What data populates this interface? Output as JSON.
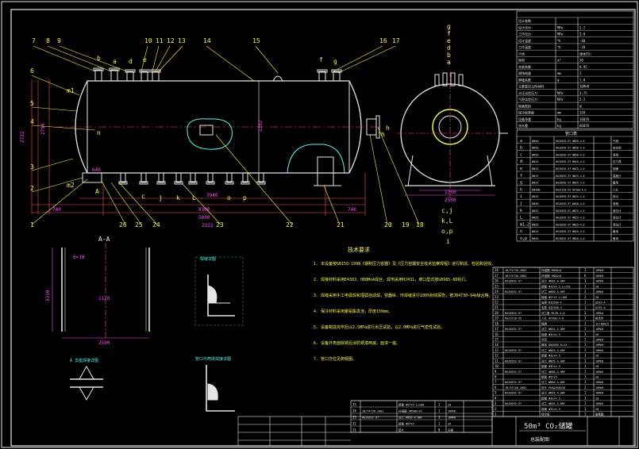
{
  "drawing": {
    "title_block_name": "50m³ CO₂储罐",
    "title_block_sub": "总装配图",
    "colors": {
      "background": "#000000",
      "outline": "#ffffff",
      "leader": "#f2f25a",
      "dimension": "#ff4fff",
      "weld": "#ff5050",
      "detail": "#5ff0f0",
      "table": "#e6e6e6"
    }
  },
  "main_view": {
    "top_leaders": [
      "7",
      "8",
      "9",
      "10",
      "11",
      "12",
      "13",
      "14",
      "15",
      "16",
      "17"
    ],
    "left_leaders": [
      "6",
      "5",
      "4",
      "3",
      "2",
      "1"
    ],
    "bottom_leaders": [
      "26",
      "25",
      "24",
      "23",
      "22",
      "21",
      "20",
      "19",
      "18"
    ],
    "nozzle_letters_top": [
      "b",
      "a",
      "d",
      "e",
      "f",
      "g"
    ],
    "nozzle_letters_bottom": [
      "c",
      "j",
      "k",
      "L",
      "o",
      "p"
    ],
    "side_letters": [
      "m1",
      "n",
      "m2",
      "h"
    ],
    "dims": [
      "2732",
      "2794",
      "740",
      "8300",
      "2352",
      "3940",
      "5800",
      "640",
      "740",
      "2322"
    ],
    "section_label": "A"
  },
  "end_view": {
    "vertical_letters": "gfedba",
    "labels": [
      "h",
      "c,j",
      "k,L",
      "o,p",
      "i"
    ],
    "dims": [
      "2500",
      "1350"
    ]
  },
  "section_aa": {
    "title": "A-A",
    "dims": [
      "6=10",
      "1120",
      "2500",
      "3330"
    ]
  },
  "notes": {
    "title": "技术要求",
    "lines": [
      "1. 本设备按GB150-1998《钢制压力容器》及《压力容器安全技术监察规程》进行制造、检验和验收。",
      "2. 焊接材料采用E4303、H08MnA焊丝，焊剂采用HJ431，坡口型式按GB985-88执行。",
      "3. 焊缝采用手工电弧焊和埋弧自动焊，容器纵、环焊缝进行100%射线探伤，按JB4730-94Ⅱ级合格。",
      "4. 保冷材料采用聚氨酯发泡，厚度150mm。",
      "5. 设备制造完毕后以2.5MPa进行水压试验，以2.0MPa进行气密性试验。",
      "6. 设备外表面除锈后涂防锈漆两遍，面漆一遍。",
      "7. 管口方位见俯视图。"
    ]
  },
  "detail_titles": [
    "焊缝详图",
    "A 支座焊接详图",
    "管口与筒体焊接详图"
  ],
  "design_table": {
    "rows": [
      [
        "设计参数",
        "",
        ""
      ],
      [
        "设计压力",
        "MPa",
        "2.2"
      ],
      [
        "工作压力",
        "MPa",
        "2.0"
      ],
      [
        "设计温度",
        "℃",
        "-40"
      ],
      [
        "工作温度",
        "℃",
        "-20"
      ],
      [
        "介质",
        "",
        "液体CO₂"
      ],
      [
        "容积",
        "m³",
        "50"
      ],
      [
        "充装系数",
        "",
        "0.95"
      ],
      [
        "腐蚀裕量",
        "mm",
        "1"
      ],
      [
        "焊缝系数",
        "φ",
        "1.0"
      ],
      [
        "主要受压元件材料",
        "",
        "16MnR"
      ],
      [
        "水压试验压力",
        "MPa",
        "2.75"
      ],
      [
        "气密试验压力",
        "MPa",
        "2.2"
      ],
      [
        "容器类别",
        "",
        "Ⅲ"
      ],
      [
        "保冷层厚度",
        "mm",
        "150"
      ],
      [
        "设备净重",
        "kg",
        "16870"
      ],
      [
        "充水重",
        "kg",
        "66870"
      ]
    ]
  },
  "nozzle_table": {
    "title": "管口表",
    "rows": [
      [
        "a",
        "DN50",
        "HG20592-97 WN50-4.0",
        "气相"
      ],
      [
        "b",
        "DN50",
        "HG20592-97 WN50-4.0",
        "安全阀"
      ],
      [
        "c",
        "DN50",
        "HG20592-97 WN50-4.0",
        "液相"
      ],
      [
        "d",
        "DN25",
        "HG20592-97 WN25-4.0",
        "压力表"
      ],
      [
        "e",
        "DN25",
        "HG20592-97 WN25-4.0",
        "测满"
      ],
      [
        "f",
        "DN25",
        "HG20592-97 WN25-4.0",
        "温度计"
      ],
      [
        "g",
        "DN25",
        "HG20592-97 WN25-4.0",
        "备用"
      ],
      [
        "h",
        "DN500",
        "HG21518-95 RF500-4.0",
        "人孔"
      ],
      [
        "i",
        "DN25",
        "HG20592-97 WN25-4.0",
        "排污"
      ],
      [
        "j",
        "DN50",
        "HG20592-97 WN50-4.0",
        "液相"
      ],
      [
        "k",
        "DN25",
        "HG20592-97 WN25-4.0",
        "液位计"
      ],
      [
        "L",
        "DN25",
        "HG20592-97 WN25-4.0",
        "液位计"
      ],
      [
        "m1-2",
        "DN25",
        "HG20592-97 WN25-4.0",
        "液位计"
      ],
      [
        "n",
        "DN25",
        "HG20592-97 WN25-4.0",
        "备用"
      ],
      [
        "o,p",
        "DN50",
        "HG20592-97 WN50-4.0",
        "备用"
      ]
    ]
  },
  "parts_list": {
    "rows": [
      [
        "28",
        "JB/T4736-2002",
        "补强圈 DN50×8",
        "1",
        "16MnR"
      ],
      [
        "27",
        "JB/T4736-2002",
        "补强圈 DN25×8",
        "6",
        "16MnR"
      ],
      [
        "26",
        "HG20592-97",
        "法兰 WN25-4.0RF",
        "1",
        "16MnⅡ"
      ],
      [
        "25",
        "",
        "接管 Φ32×4.5 L=150",
        "1",
        "20"
      ],
      [
        "24",
        "HG20592-97",
        "法兰 WN50-4.0RF",
        "2",
        "16MnⅡ"
      ],
      [
        "23",
        "",
        "接管 Φ57×5 L=180",
        "2",
        "20"
      ],
      [
        "22",
        "",
        "支座 BI2500-F",
        "1",
        "Q235-A"
      ],
      [
        "21",
        "",
        "支座 BI2500-S",
        "1",
        "Q235-A"
      ],
      [
        "20",
        "HG20592-97",
        "法兰盖 BL50-4.0",
        "2",
        "16MnⅡ"
      ],
      [
        "19",
        "HG21518-95",
        "人孔 RF500-4.0",
        "1",
        "组合件"
      ],
      [
        "18",
        "",
        "铭牌",
        "1",
        "1Cr18Ni9"
      ],
      [
        "17",
        "HG20592-97",
        "法兰 WN25-4.0RF",
        "1",
        "16MnⅡ"
      ],
      [
        "16",
        "",
        "接管 Φ32×4.5",
        "1",
        "20"
      ],
      [
        "15",
        "",
        "吊耳",
        "2",
        "16MnR"
      ],
      [
        "14",
        "",
        "筒体 DN2500 δ=24",
        "1",
        "16MnR"
      ],
      [
        "13",
        "HG20592-97",
        "法兰 WN25-4.0RF",
        "1",
        "16MnⅡ"
      ],
      [
        "12",
        "",
        "接管 Φ32×4.5",
        "1",
        "20"
      ],
      [
        "11",
        "HG20592-97",
        "法兰 WN25-4.0RF",
        "1",
        "16MnⅡ"
      ],
      [
        "10",
        "",
        "接管 Φ32×4.5",
        "1",
        "20"
      ],
      [
        "9",
        "HG20592-97",
        "法兰 WN50-4.0RF",
        "1",
        "16MnⅡ"
      ],
      [
        "8",
        "",
        "接管 Φ57×5",
        "1",
        "20"
      ],
      [
        "7",
        "HG20592-97",
        "法兰 WN50-4.0RF",
        "1",
        "16MnⅡ"
      ],
      [
        "6",
        "JB/T4746-2002",
        "封头 EHA2500×26",
        "2",
        "16MnR"
      ],
      [
        "5",
        "HG20592-97",
        "法兰 WN25-4.0RF",
        "1",
        "16MnⅡ"
      ],
      [
        "4",
        "",
        "接管 Φ32×4.5",
        "1",
        "20"
      ],
      [
        "3",
        "HG20592-97",
        "法兰 WN25-4.0RF",
        "1",
        "16MnⅡ"
      ],
      [
        "2",
        "",
        "接管 Φ32×4.5",
        "1",
        "20"
      ],
      [
        "1",
        "",
        "保冷层",
        "1",
        "聚氨酯"
      ]
    ]
  },
  "bottom_table": {
    "rows": [
      [
        "35",
        "",
        "接管 Φ57×5 L=200",
        "1",
        "20"
      ],
      [
        "34",
        "JB/T4736-2002",
        "补强圈 DN500×24",
        "1",
        "16MnR"
      ],
      [
        "33",
        "HG20592-97",
        "法兰 WN50-4.0RF",
        "1",
        "16MnⅡ"
      ],
      [
        "32",
        "",
        "接管 Φ57×5",
        "1",
        "20"
      ],
      [
        "31",
        "",
        "垫片",
        "8",
        "石棉"
      ]
    ]
  }
}
